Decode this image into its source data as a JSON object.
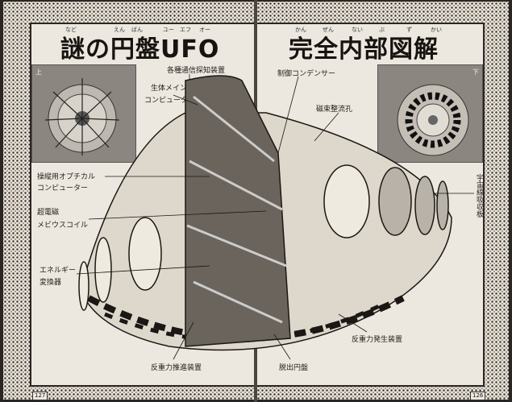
{
  "left_page": {
    "title": "謎の円盤UFO",
    "title_ruby": [
      "など",
      "えん",
      "ばん",
      "ユー",
      "エフ",
      "オー"
    ],
    "photo_label": "上",
    "labels": {
      "comm": "各種通信探知装置",
      "bio_computer_1": "生体メイン",
      "bio_computer_2": "コンピューター",
      "optical_1": "操縦用オプチカル",
      "optical_2": "コンピューター",
      "coil_1": "超電磁",
      "coil_2": "メビウスコイル",
      "energy_1": "エネルギー",
      "energy_2": "変換器",
      "propulsion": "反重力推進装置"
    },
    "page_number": "127"
  },
  "right_page": {
    "title": "完全内部図解",
    "title_ruby": [
      "かん",
      "ぜん",
      "ない",
      "ぶ",
      "ず",
      "かい"
    ],
    "photo_label": "下",
    "labels": {
      "condenser": "制御コンデンサー",
      "flux": "磁束整流孔",
      "cosmic": "宇宙線吸収板",
      "escape": "脱出円盤",
      "generator": "反重力発生装置"
    },
    "page_number": "126"
  }
}
